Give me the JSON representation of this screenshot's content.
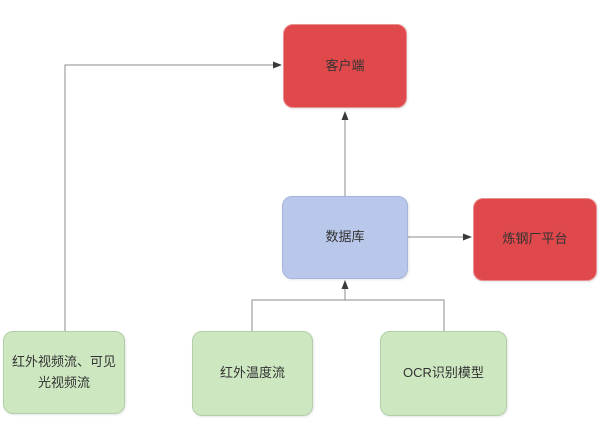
{
  "diagram": {
    "nodes": {
      "client": {
        "label": "客户端",
        "fill": "#e0494b",
        "border": "#e89090"
      },
      "database": {
        "label": "数据库",
        "fill": "#b9c7ea",
        "border": "#a4b4dd"
      },
      "platform": {
        "label": "炼钢厂平台",
        "fill": "#e0494b",
        "border": "#e89090"
      },
      "video_stream": {
        "label": "红外视频流、可见光视频流",
        "fill": "#cde7c1",
        "border": "#b2cfa8"
      },
      "temperature_stream": {
        "label": "红外温度流",
        "fill": "#cde7c1",
        "border": "#b2cfa8"
      },
      "ocr_model": {
        "label": "OCR识别模型",
        "fill": "#cde7c1",
        "border": "#b2cfa8"
      }
    },
    "edges": [
      {
        "id": "video-to-client",
        "from": "video_stream",
        "to": "client",
        "arrow": true
      },
      {
        "id": "database-to-client",
        "from": "database",
        "to": "client",
        "arrow": true
      },
      {
        "id": "database-to-platform",
        "from": "database",
        "to": "platform",
        "arrow": true
      },
      {
        "id": "temperature-to-database",
        "from": "temperature_stream",
        "to": "database",
        "arrow": false
      },
      {
        "id": "ocr-to-database",
        "from": "ocr_model",
        "to": "database",
        "arrow": false
      },
      {
        "id": "junction-to-database",
        "from": "junction",
        "to": "database",
        "arrow": true
      }
    ],
    "colors": {
      "line": "#8c8c8c",
      "arrow": "#3a3a3a",
      "text": "#333333",
      "background": "#ffffff"
    }
  }
}
